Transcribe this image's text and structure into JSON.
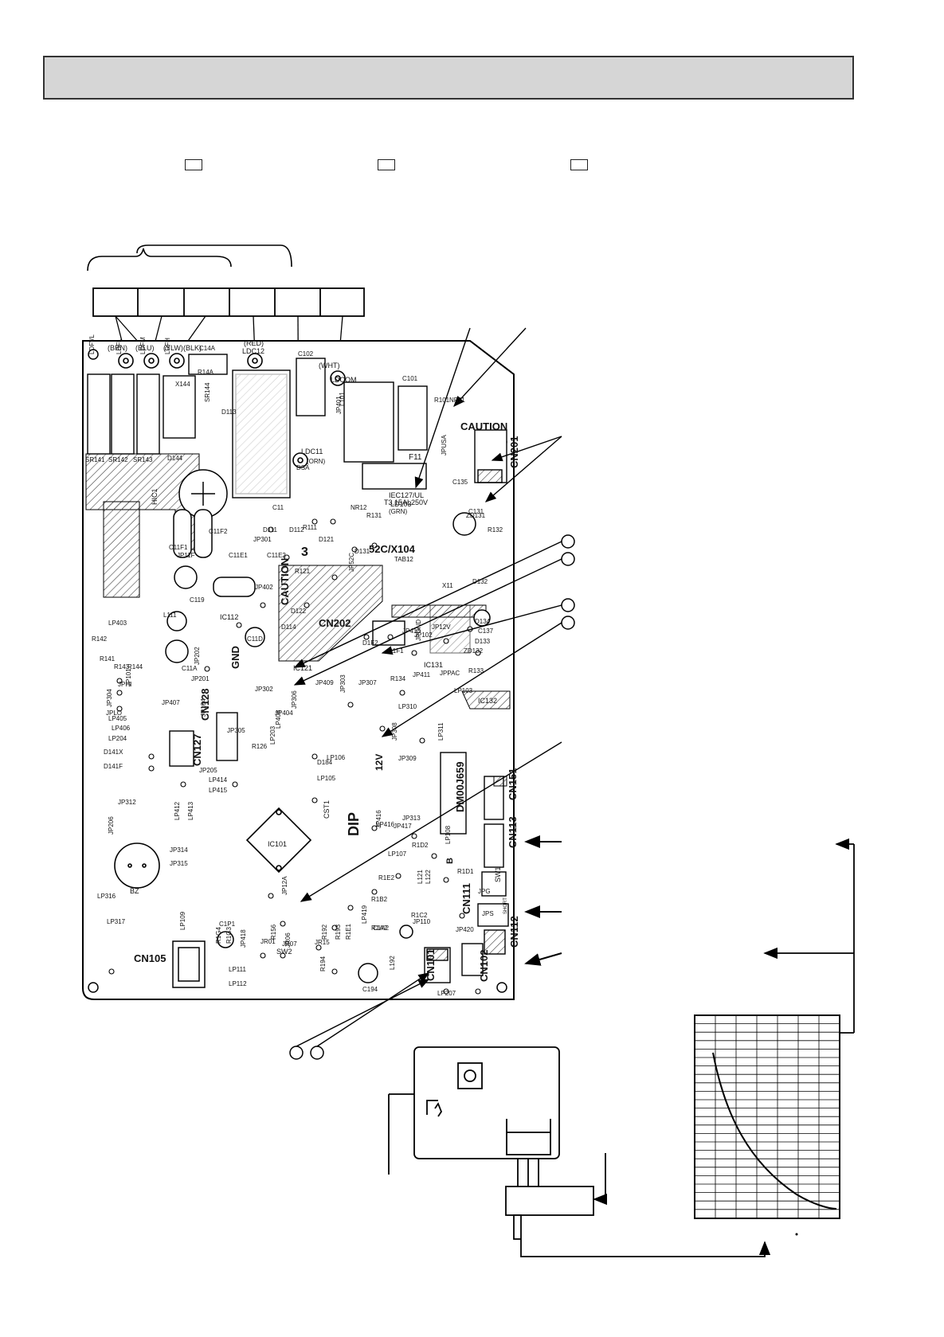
{
  "connector_wires": [
    "(BRN)",
    "(BLU)",
    "(YLW)",
    "(BLK)",
    "(RED)",
    "(WHT)"
  ],
  "terminals": [
    "LDFVL",
    "LDFL",
    "LDFM",
    "LDFH",
    "LDC12",
    "LDCOM",
    "LDC11",
    "LD103"
  ],
  "terminal_notes": {
    "ldc11_color": "(ORN)",
    "ld103_color": "(GRN)"
  },
  "fuse": {
    "id": "F11",
    "rating_line1": "IEC127/UL",
    "rating_line2": "T3.15AL250V"
  },
  "caution_labels": [
    "CAUTION",
    "CAUTION"
  ],
  "markings": {
    "gnd": "GND",
    "v12": "12V",
    "dip": "DIP",
    "relay": "52C/X104",
    "part_no": "DM00J659",
    "board_num": "3",
    "short": "SHORT",
    "b_mark": "B"
  },
  "connectors": [
    "CN201",
    "CN202",
    "CN127",
    "CN128",
    "CN151",
    "CN113",
    "CN111",
    "CN112",
    "CN102",
    "CN101",
    "CN105"
  ],
  "chips": [
    "IC101",
    "IC112",
    "IC121",
    "IC131",
    "IC132",
    "HIC1",
    "BZ",
    "SW1",
    "SW2",
    "CST1"
  ],
  "caps": [
    "C14A",
    "C102",
    "C101",
    "C11",
    "C131",
    "C135",
    "C11F1",
    "C11F2",
    "C11E1",
    "C11E2",
    "C119",
    "C11A",
    "C11D",
    "C1P1",
    "C194",
    "C137",
    "C1A2"
  ],
  "resistors": [
    "R101",
    "R111",
    "R121",
    "R131",
    "R132",
    "R133",
    "R134",
    "R141",
    "R142",
    "R143",
    "R144",
    "R14A",
    "R1D1",
    "R1D2",
    "R1E2",
    "R1B2",
    "R1C2",
    "R1A2",
    "R192",
    "R193",
    "R1E1",
    "R194",
    "R1G4",
    "R1G3",
    "R156",
    "R126"
  ],
  "diodes": [
    "D111",
    "D112",
    "D121",
    "D122",
    "D131",
    "D132",
    "D133",
    "D134",
    "D114",
    "D113",
    "D144",
    "D184",
    "D141X",
    "D141F",
    "D1F1",
    "D1F2",
    "ZD131",
    "ZD132"
  ],
  "jumpers": [
    "JP401",
    "JP301",
    "JP402",
    "JP52C",
    "JP11F",
    "JP201",
    "JP202",
    "JP302",
    "JP404",
    "JP306",
    "JP409",
    "JP307",
    "JP303",
    "JP410",
    "JP411",
    "JP308",
    "JP309",
    "JP12V",
    "JPGND",
    "JPPAC",
    "JP102",
    "JP104",
    "JP305",
    "JP205",
    "JP304",
    "JP407",
    "JP312",
    "JP206",
    "JP314",
    "JP315",
    "JP416",
    "JP417",
    "JP313",
    "JP418",
    "JP420",
    "JP110",
    "JP12A",
    "JPG",
    "JPS",
    "JPUSA",
    "JPLO",
    "JPHI",
    "JP101",
    "JR01",
    "JR07",
    "JR06",
    "JR15"
  ],
  "lp_labels": [
    "LP403",
    "LP405",
    "LP406",
    "LP204",
    "LP414",
    "LP415",
    "LP408",
    "LP203",
    "LP105",
    "LP106",
    "LP412",
    "LP413",
    "LP416",
    "LP107",
    "LP108",
    "LP103",
    "LP310",
    "LP311",
    "LP419",
    "LP111",
    "LP112",
    "LP109",
    "LP316",
    "LP317",
    "LP207"
  ],
  "misc_parts": [
    "SR141",
    "SR142",
    "SR143",
    "SR144",
    "X144",
    "X11",
    "L101",
    "L111",
    "L121",
    "L122",
    "L192",
    "DSA",
    "NR12",
    "NR11",
    "TAB12"
  ]
}
